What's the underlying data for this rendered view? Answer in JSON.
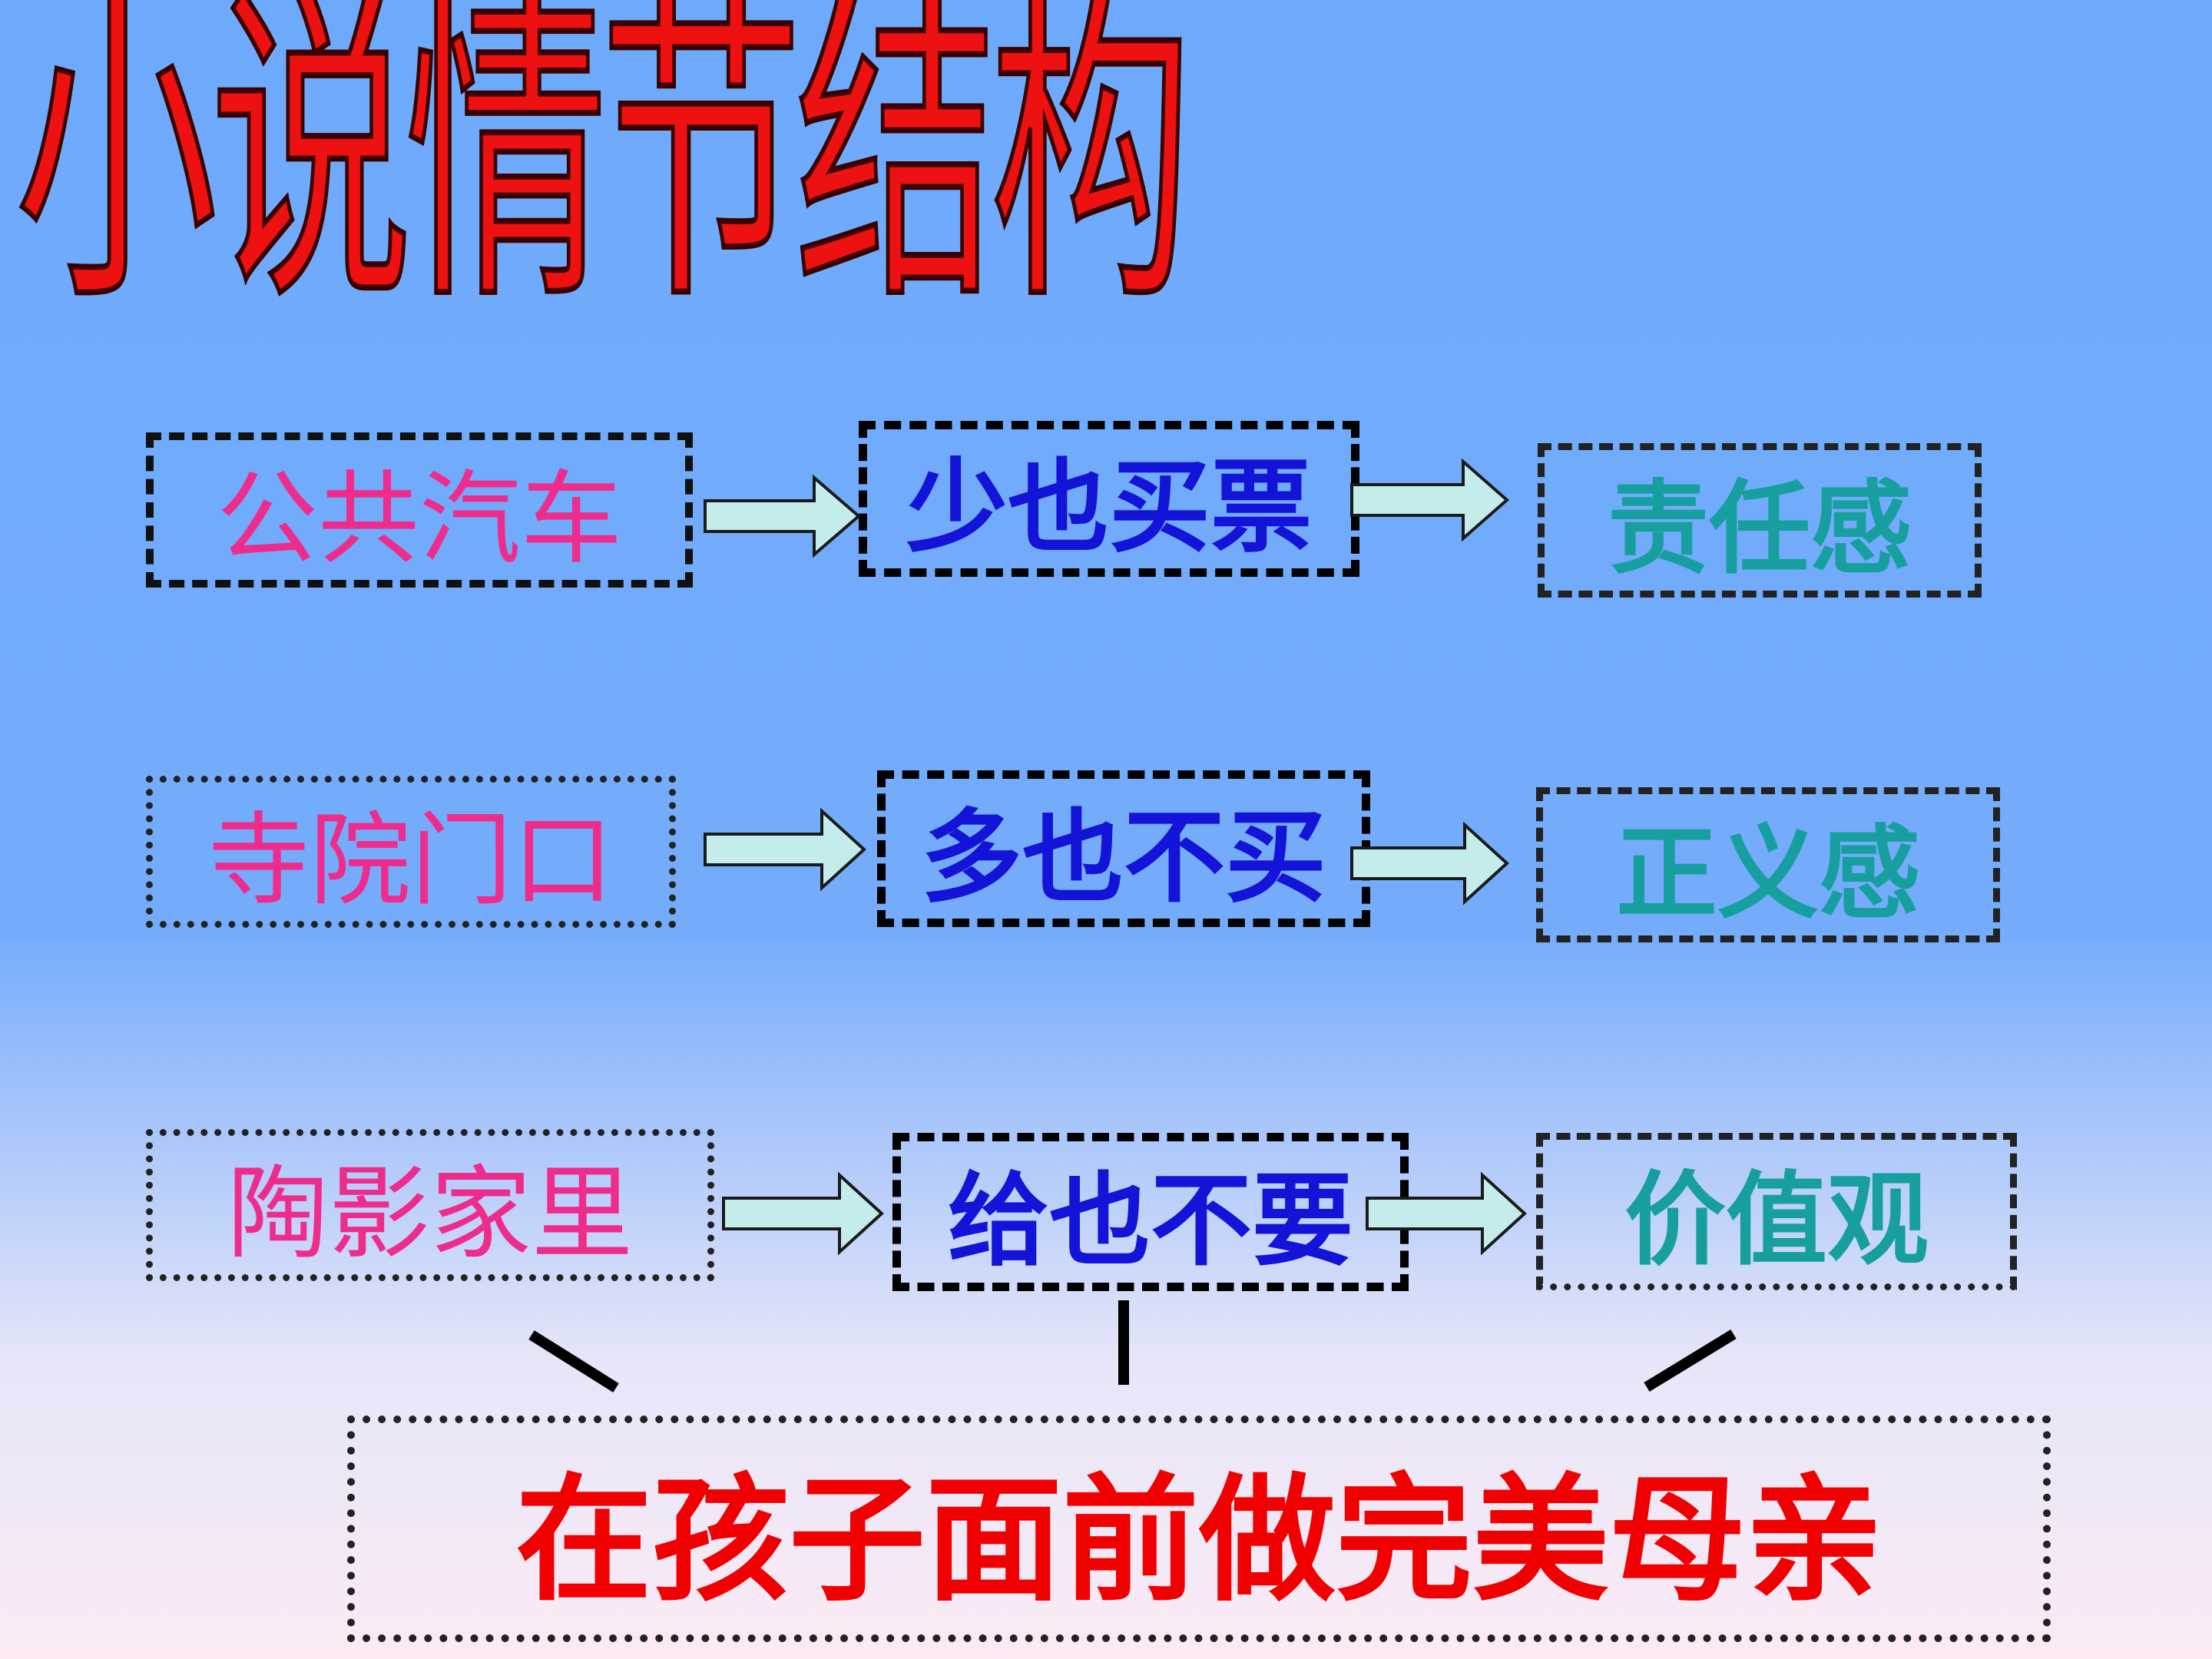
{
  "title": "小说情节结构",
  "rows": [
    {
      "place": "公共汽车",
      "action": "少也买票",
      "value": "责任感"
    },
    {
      "place": "寺院门口",
      "action": "多也不买",
      "value": "正义感"
    },
    {
      "place": "陶影家里",
      "action": "给也不要",
      "value": "价值观"
    }
  ],
  "conclusion": "在孩子面前做完美母亲",
  "colors": {
    "title": "#ee1111",
    "place_text": "#ee2c8c",
    "action_text": "#1414d8",
    "value_text": "#179f9f",
    "conclusion_text": "#f00000",
    "arrow_fill": "#c4ecea",
    "background_top": "#6eaafc",
    "background_bottom": "#fbeaf4"
  },
  "icons": {
    "connector": "block-arrow-right"
  }
}
